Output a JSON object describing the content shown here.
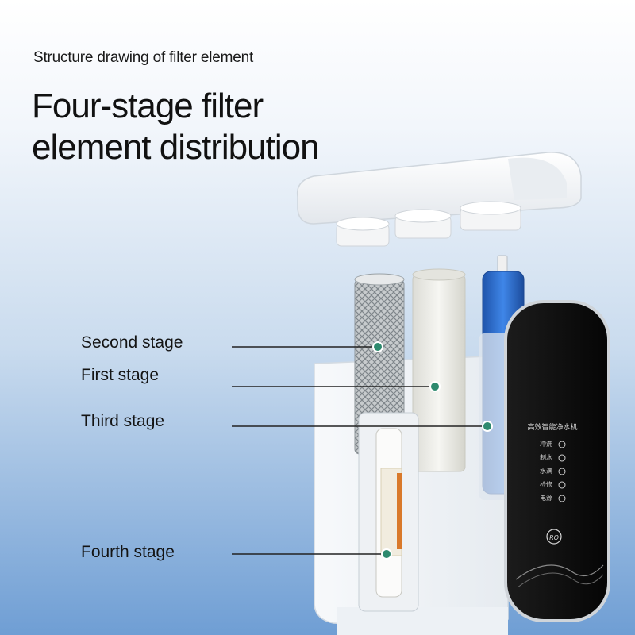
{
  "header": {
    "subtitle": "Structure drawing of filter element",
    "title_line1": "Four-stage filter",
    "title_line2": "element distribution"
  },
  "callouts": [
    {
      "label": "Second stage"
    },
    {
      "label": "First stage"
    },
    {
      "label": "Third stage"
    },
    {
      "label": "Fourth stage"
    }
  ],
  "device": {
    "panel_title": "高效智能净水机",
    "panel_buttons": [
      "冲洗",
      "制水",
      "水满",
      "检修",
      "电源"
    ],
    "badge": "RO",
    "icon_names": [
      "faucet-icon",
      "drop-icon",
      "wave-icon",
      "gear-icon",
      "power-icon"
    ]
  },
  "colors": {
    "marker": "#2e8a6e",
    "panel": "#0b0b0b",
    "membrane": "#2f6fd0"
  }
}
